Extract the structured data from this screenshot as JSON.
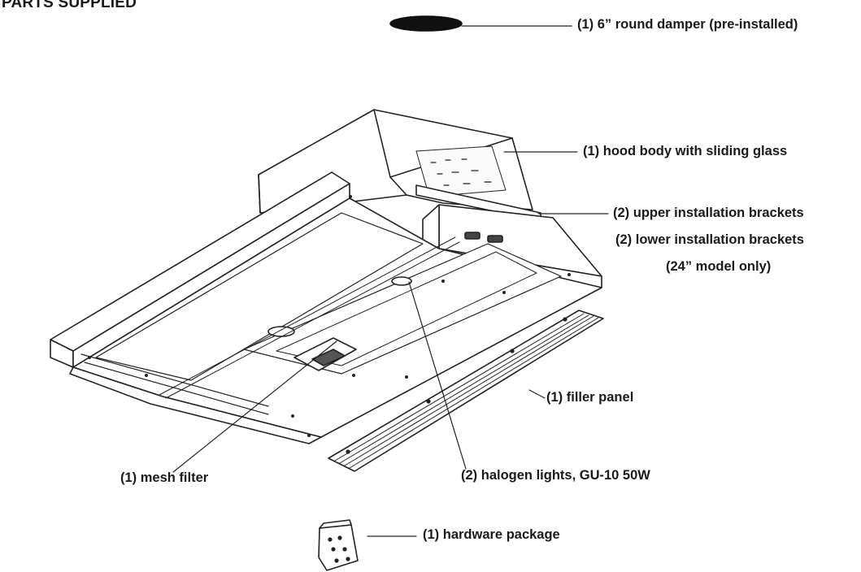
{
  "title": "PARTS SUPPLIED",
  "parts": {
    "damper": "(1) 6” round damper (pre-installed)",
    "hood_body": "(1) hood body with sliding glass",
    "upper_brackets": "(2) upper installation brackets",
    "lower_brackets": "(2) lower installation brackets",
    "lower_brackets_note": "(24” model only)",
    "filler_panel": "(1) filler panel",
    "mesh_filter": "(1) mesh filter",
    "halogen_lights": "(2) halogen lights, GU-10 50W",
    "hardware_package": "(1) hardware package"
  }
}
